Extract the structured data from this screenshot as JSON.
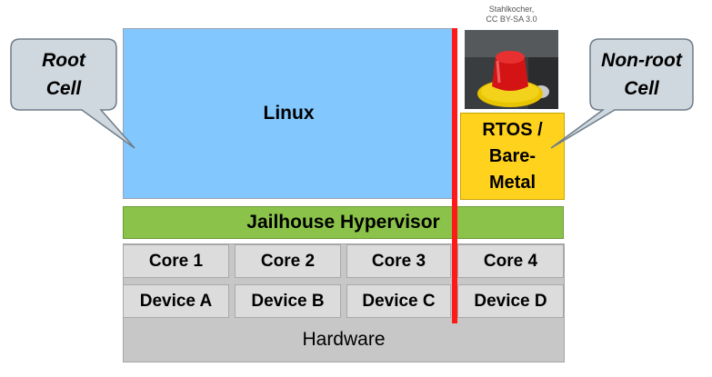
{
  "callouts": {
    "root": {
      "line1": "Root",
      "line2": "Cell"
    },
    "nonroot": {
      "line1": "Non-root",
      "line2": "Cell"
    }
  },
  "photo": {
    "credit_line1": "Stahlkocher,",
    "credit_line2": "CC BY-SA 3.0",
    "icon": "emergency-stop-button"
  },
  "layers": {
    "linux": "Linux",
    "rtos": "RTOS /\nBare-\nMetal",
    "hypervisor": "Jailhouse Hypervisor",
    "hardware": "Hardware"
  },
  "cores": [
    "Core 1",
    "Core 2",
    "Core 3",
    "Core 4"
  ],
  "devices": [
    "Device A",
    "Device B",
    "Device C",
    "Device D"
  ],
  "colors": {
    "linux": "#82c8ff",
    "rtos": "#ffd21e",
    "hypervisor": "#8bc34a",
    "cell": "#dcdcdc",
    "hardware": "#c7c7c7",
    "partition_line": "#ff1a1a",
    "callout": "#d0d8df"
  }
}
